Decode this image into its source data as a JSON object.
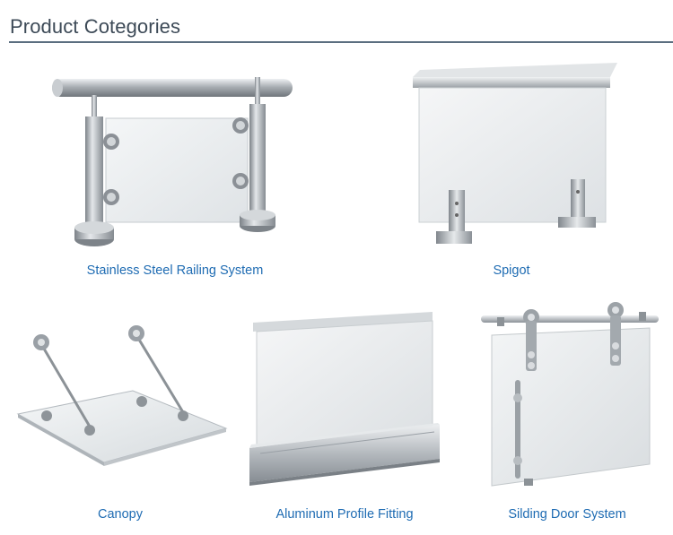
{
  "header": {
    "title": "Product Cotegories"
  },
  "categories": [
    {
      "label": "Stainless Steel Railing System",
      "icon": "railing-image"
    },
    {
      "label": "Spigot",
      "icon": "spigot-image"
    },
    {
      "label": "Canopy",
      "icon": "canopy-image"
    },
    {
      "label": "Aluminum Profile Fitting",
      "icon": "aluminum-profile-image"
    },
    {
      "label": "Silding Door System",
      "icon": "sliding-door-image"
    }
  ],
  "colors": {
    "title": "#3d4a57",
    "rule": "#5b6e80",
    "link": "#1f6cb3",
    "glass": "#e9ecee",
    "steel": "#a7acb1"
  }
}
